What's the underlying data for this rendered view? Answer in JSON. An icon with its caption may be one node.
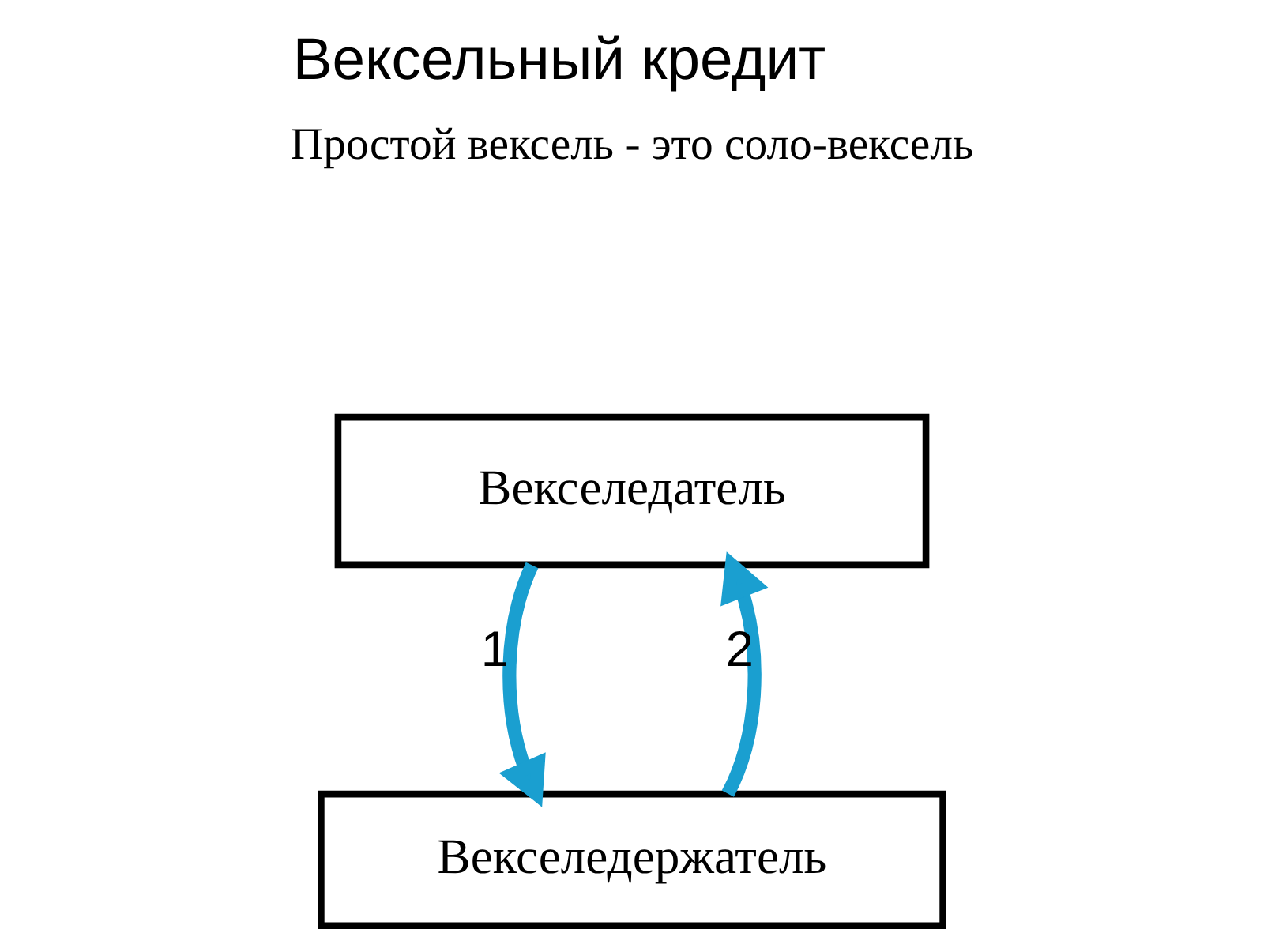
{
  "diagram": {
    "title": "Вексельный кредит",
    "nodes": [
      {
        "text": [
          "Векселедатель"
        ]
      },
      {
        "text": [
          "Векселедержатель"
        ]
      }
    ],
    "edges": [
      {
        "from": 0,
        "to": 1,
        "arrow": "to",
        "label": "1"
      },
      {
        "from": 1,
        "to": 0,
        "arrow": "to",
        "label": "2"
      }
    ],
    "labels": [
      "Простой вексель - это соло-вексель"
    ]
  }
}
